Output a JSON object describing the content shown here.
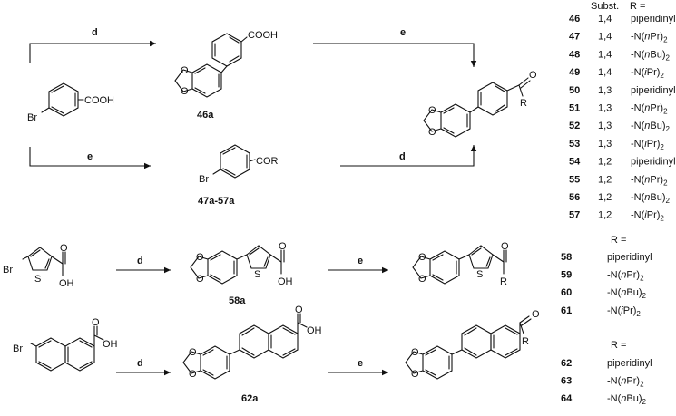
{
  "steps": {
    "d": "d",
    "e": "e"
  },
  "compound_labels": {
    "c46a": "46a",
    "c47_57a": "47a-57a",
    "c58a": "58a",
    "c62a": "62a"
  },
  "atoms": {
    "br": "Br",
    "cooh": "COOH",
    "cor": "COR",
    "o": "O",
    "oh": "OH",
    "s": "S",
    "r": "R"
  },
  "table1": {
    "header_subst": "Subst.",
    "header_r": "R =",
    "rows": [
      {
        "num": "46",
        "subst": "1,4",
        "r": "piperidinyl"
      },
      {
        "num": "47",
        "subst": "1,4",
        "r": "-N(nPr)2"
      },
      {
        "num": "48",
        "subst": "1,4",
        "r": "-N(nBu)2"
      },
      {
        "num": "49",
        "subst": "1,4",
        "r": "-N(iPr)2"
      },
      {
        "num": "50",
        "subst": "1,3",
        "r": "piperidinyl"
      },
      {
        "num": "51",
        "subst": "1,3",
        "r": "-N(nPr)2"
      },
      {
        "num": "52",
        "subst": "1,3",
        "r": "-N(nBu)2"
      },
      {
        "num": "53",
        "subst": "1,3",
        "r": "-N(iPr)2"
      },
      {
        "num": "54",
        "subst": "1,2",
        "r": "piperidinyl"
      },
      {
        "num": "55",
        "subst": "1,2",
        "r": "-N(nPr)2"
      },
      {
        "num": "56",
        "subst": "1,2",
        "r": "-N(nBu)2"
      },
      {
        "num": "57",
        "subst": "1,2",
        "r": "-N(iPr)2"
      }
    ]
  },
  "table2": {
    "header_r": "R =",
    "rows": [
      {
        "num": "58",
        "r": "piperidinyl"
      },
      {
        "num": "59",
        "r": "-N(nPr)2"
      },
      {
        "num": "60",
        "r": "-N(nBu)2"
      },
      {
        "num": "61",
        "r": "-N(iPr)2"
      }
    ]
  },
  "table3": {
    "header_r": "R =",
    "rows": [
      {
        "num": "62",
        "r": "piperidinyl"
      },
      {
        "num": "63",
        "r": "-N(nPr)2"
      },
      {
        "num": "64",
        "r": "-N(nBu)2"
      }
    ]
  }
}
